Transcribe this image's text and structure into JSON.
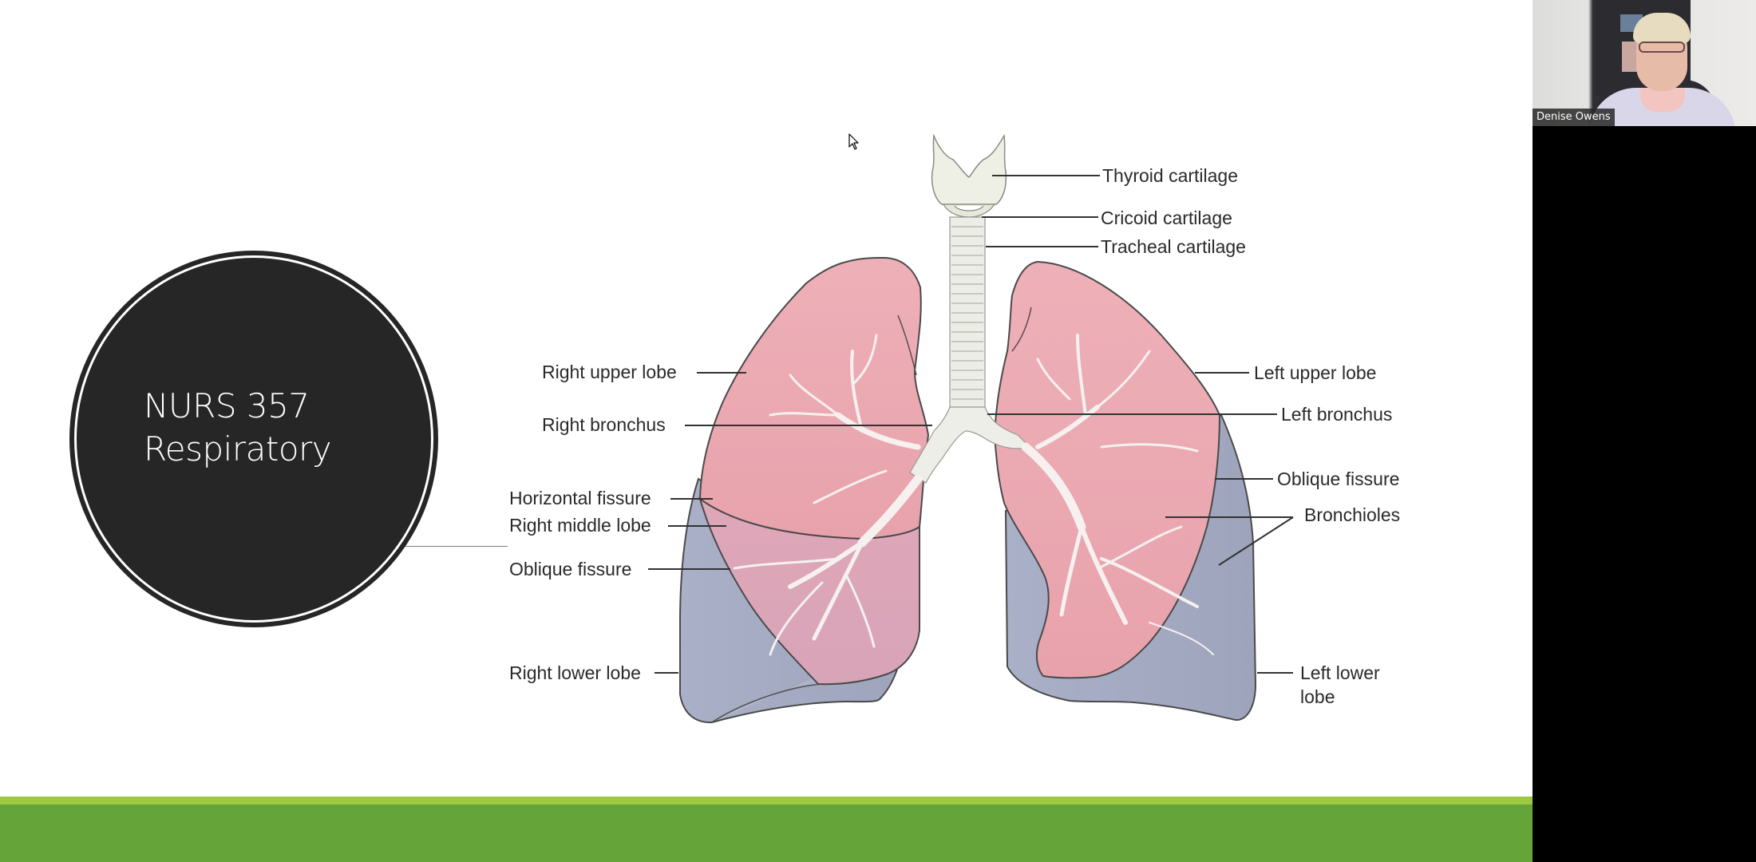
{
  "slide": {
    "title_line1": "NURS 357",
    "title_line2": "Respiratory",
    "colors": {
      "footer_light": "#9dc842",
      "footer_dark": "#65a438",
      "circle": "#262626",
      "lung_pink": "#eba4ac",
      "lung_blue": "#a7adc6"
    },
    "diagram": {
      "labels": {
        "thyroid_cartilage": "Thyroid cartilage",
        "cricoid_cartilage": "Cricoid cartilage",
        "tracheal_cartilage": "Tracheal cartilage",
        "right_upper_lobe": "Right upper lobe",
        "right_bronchus": "Right bronchus",
        "horizontal_fissure": "Horizontal fissure",
        "right_middle_lobe": "Right middle lobe",
        "oblique_fissure_right": "Oblique fissure",
        "right_lower_lobe": "Right lower lobe",
        "left_upper_lobe": "Left upper lobe",
        "left_bronchus": "Left bronchus",
        "oblique_fissure_left": "Oblique fissure",
        "bronchioles": "Bronchioles",
        "left_lower_lobe_line1": "Left lower",
        "left_lower_lobe_line2": "lobe"
      }
    }
  },
  "video": {
    "participant_name": "Denise Owens"
  }
}
